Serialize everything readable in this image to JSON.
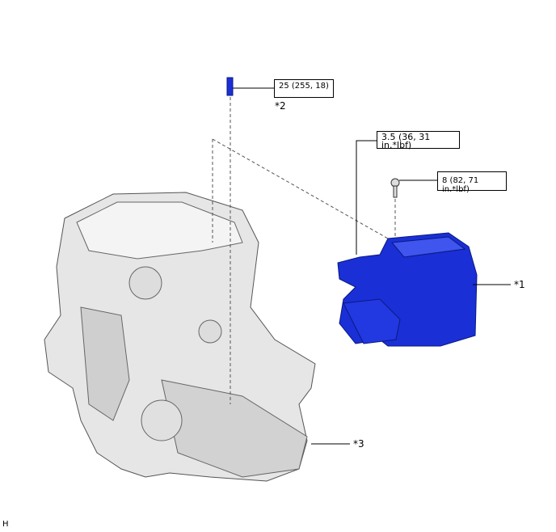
{
  "torque_specs": {
    "sensor": "25 (255, 18)",
    "hose_clamp": "3.5 (36, 31 in.*lbf)",
    "bolt": "8 (82, 71 in.*lbf)"
  },
  "callouts": {
    "air_cleaner": "*1",
    "sensor": "*2",
    "engine": "*3"
  },
  "corner_mark": "H",
  "colors": {
    "highlight_part": "#1a2fd6",
    "engine": "#d8d8d8"
  }
}
